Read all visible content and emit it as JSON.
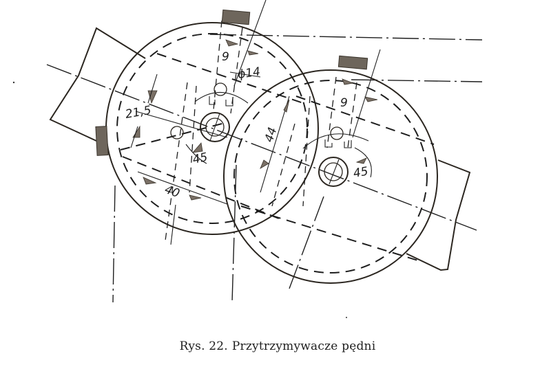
{
  "figure": {
    "caption_label": "Rys. 22.",
    "caption_title": "Przytrzymywacze pędni"
  },
  "dimensions": {
    "left_top_width": "9",
    "hole_diameter": "ϕ14",
    "left_offset": "21,5",
    "left_angle": "45",
    "left_bottom_width": "40",
    "right_top_width": "9",
    "right_height": "44",
    "right_angle": "45"
  },
  "components": {
    "left_disc": "large-circle-left",
    "right_disc": "large-circle-right",
    "left_bar": "shaft-bar-left",
    "right_bar": "shaft-bar-right",
    "pads": [
      "brake-pad-top-left",
      "brake-pad-left",
      "brake-pad-top-right"
    ]
  },
  "colors": {
    "line": "#2b2620",
    "pad_fill": "#6e665c",
    "background": "#ffffff"
  }
}
